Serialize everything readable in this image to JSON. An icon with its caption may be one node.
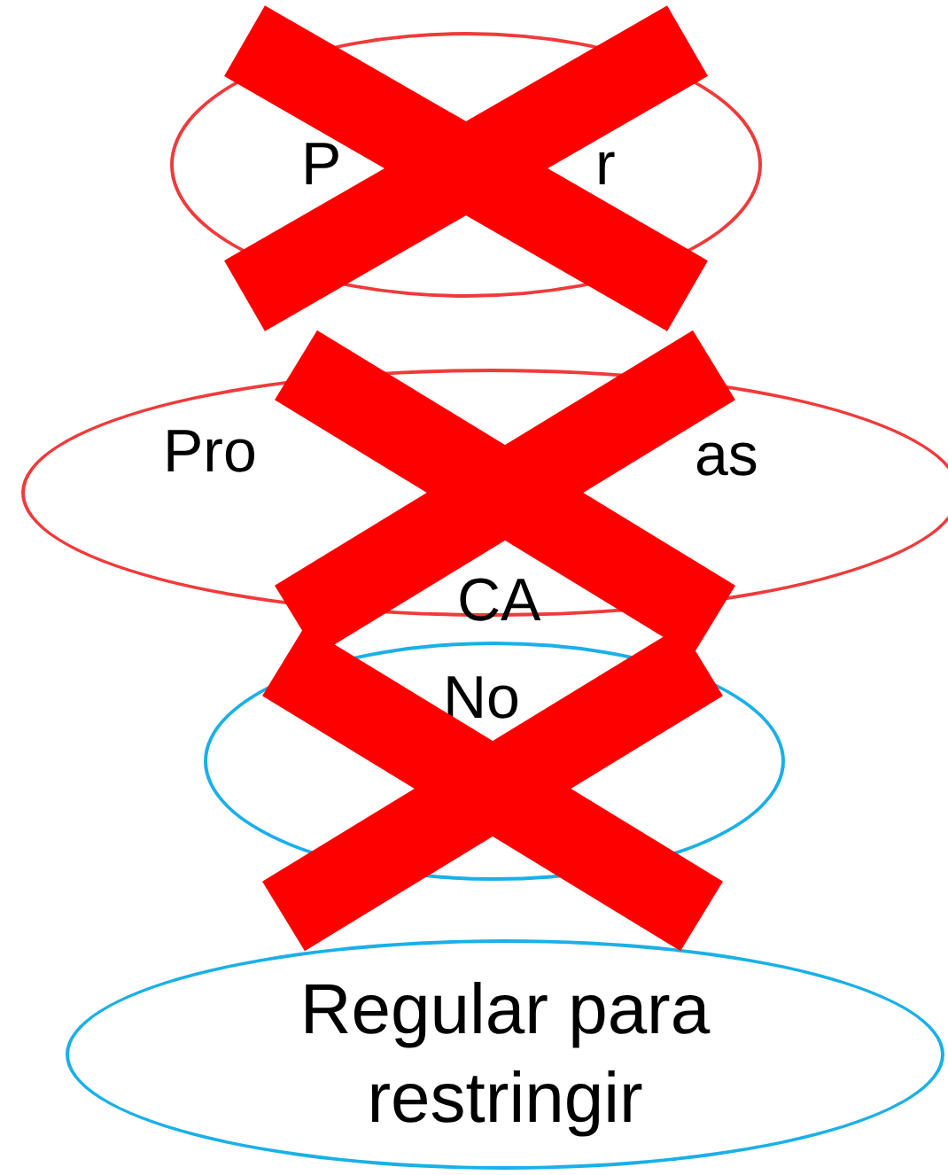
{
  "diagram": {
    "nodes": [
      {
        "text": [
          "P",
          "r"
        ]
      },
      {
        "text": [
          "Pro",
          "as",
          "CA"
        ]
      },
      {
        "text": [
          "No"
        ]
      },
      {
        "text": [
          "Regular para restringir"
        ]
      }
    ]
  }
}
